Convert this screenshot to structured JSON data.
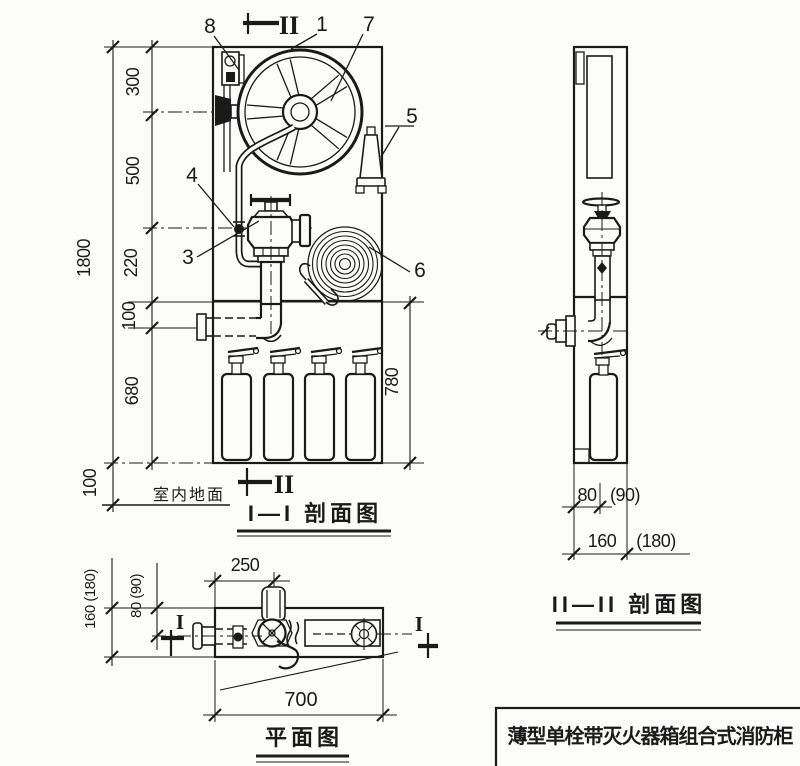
{
  "drawing_title": "薄型单栓带灭火器箱组合式消防柜",
  "front_view": {
    "label": "I—I 剖面图",
    "floor_label": "室内地面",
    "section_mark_top": "II",
    "section_mark_bottom": "II",
    "dim_overall_height": "1800",
    "dim_top_to_reel": "300",
    "dim_reel_to_valve": "500",
    "dim_valve_to_shelf": "220",
    "dim_shelf_to_outlet": "100",
    "dim_lower_compartment": "680",
    "dim_cabinet_to_floor": "100",
    "dim_extinguisher_zone": "780",
    "callout_cabinet": "1",
    "callout_valve": "3",
    "callout_hose_pipe": "4",
    "callout_nozzle": "5",
    "callout_hose_coil": "6",
    "callout_hose_reel": "7",
    "callout_reel_bracket": "8"
  },
  "side_view": {
    "label": "II—II 剖面图",
    "dim_back_to_pipe": "80",
    "dim_back_to_pipe_alt": "(90)",
    "dim_depth": "160",
    "dim_depth_alt": "(180)"
  },
  "plan_view": {
    "label": "平面图",
    "section_mark_left": "I",
    "section_mark_right": "I",
    "dim_left_to_valve": "250",
    "dim_width": "700",
    "dim_depth": "160 (180)",
    "dim_back_to_pipe": "80 (90)"
  }
}
